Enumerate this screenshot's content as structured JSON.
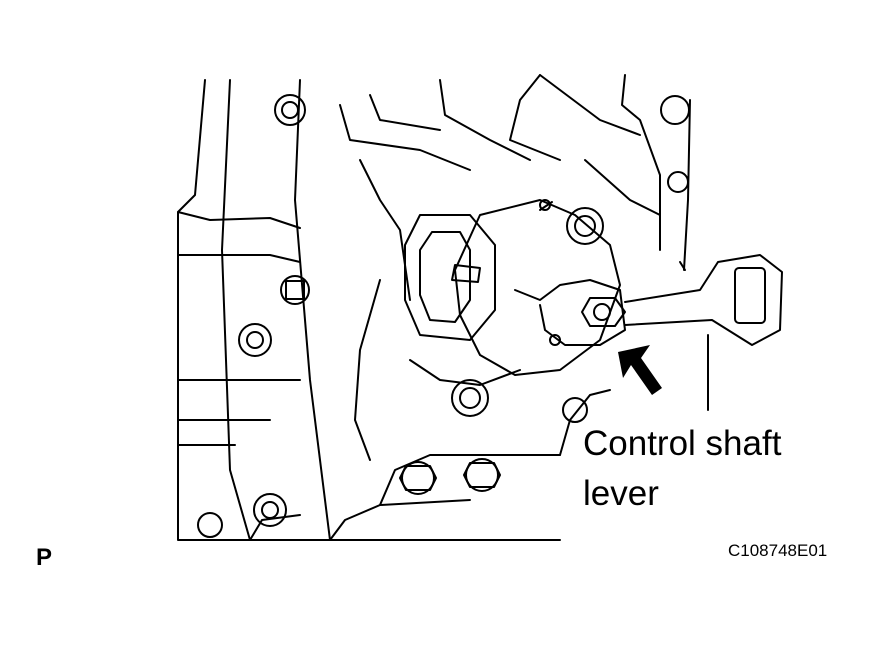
{
  "diagram": {
    "callout": {
      "line1": "Control shaft",
      "line2": "lever"
    },
    "figure_code": "C108748E01",
    "view_mark": "P"
  }
}
